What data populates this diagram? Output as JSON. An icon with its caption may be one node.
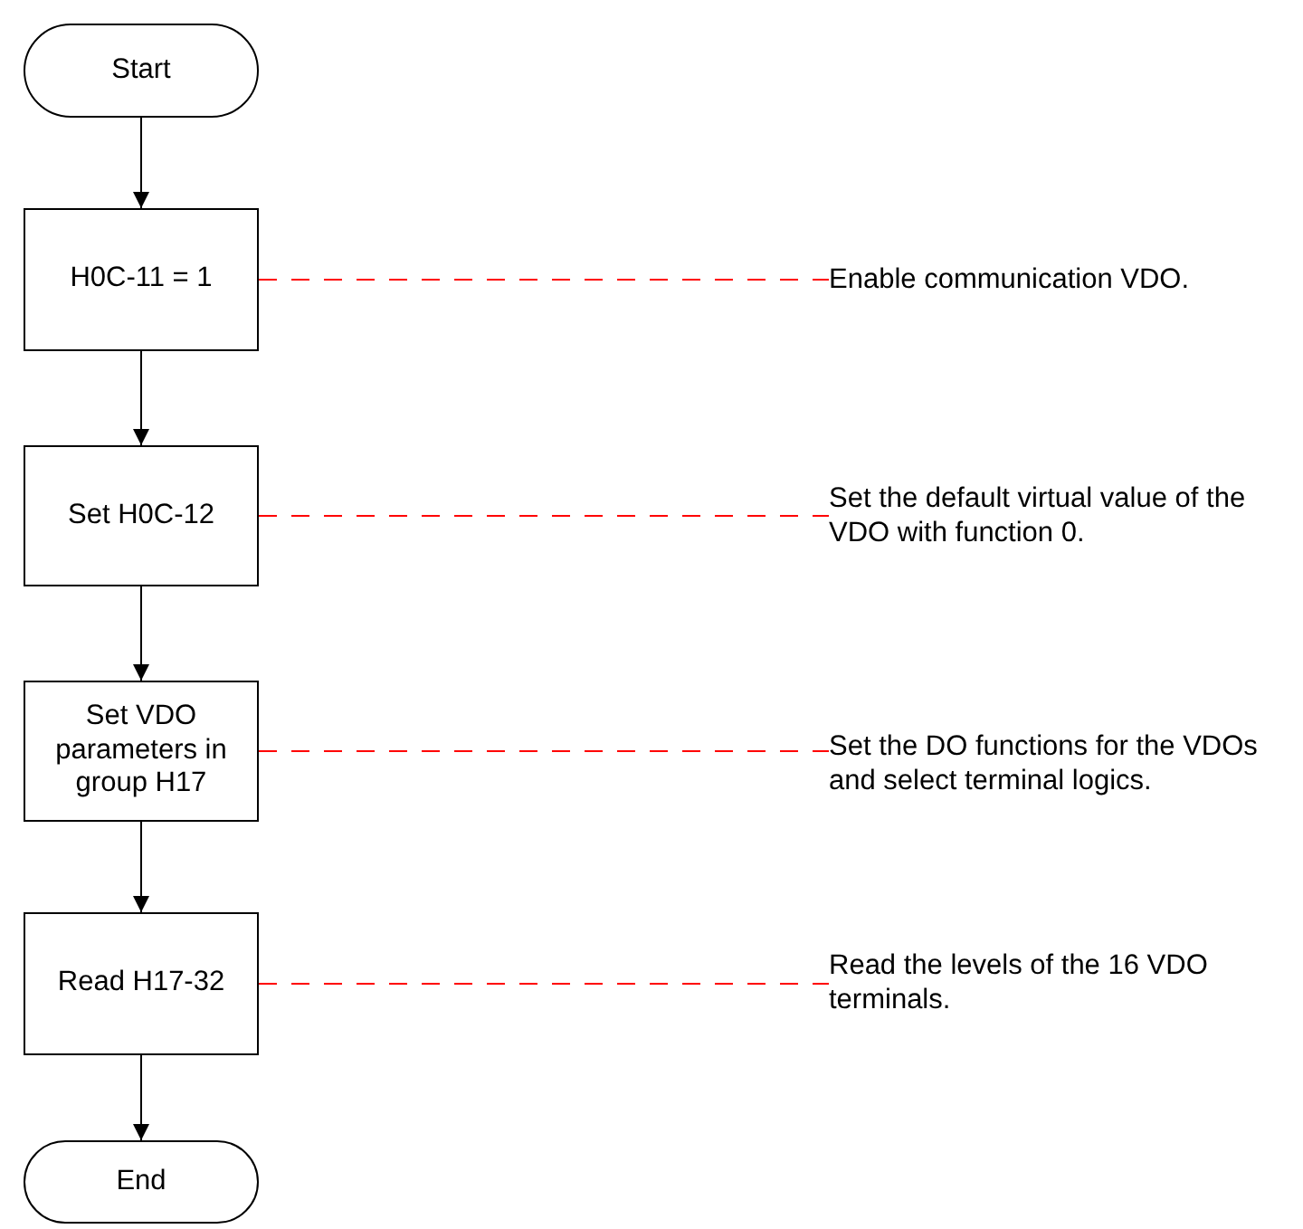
{
  "diagram": {
    "nodes": [
      {
        "text": [
          "Start"
        ]
      },
      {
        "text": [
          "H0C-11 = 1"
        ]
      },
      {
        "text": [
          "Set H0C-12"
        ]
      },
      {
        "text": [
          "Set VDO parameters in group H17"
        ]
      },
      {
        "text": [
          "Read H17-32"
        ]
      },
      {
        "text": [
          "End"
        ]
      },
      {
        "text": [
          "Enable communication VDO."
        ]
      },
      {
        "text": [
          "Set the default virtual value of the VDO with function 0."
        ]
      },
      {
        "text": [
          "Set the DO functions for the VDOs and select terminal logics."
        ]
      },
      {
        "text": [
          "Read the levels of the 16 VDO terminals."
        ]
      }
    ],
    "edges": [
      {
        "from": 0,
        "to": 1,
        "arrow": "to"
      },
      {
        "from": 1,
        "to": 2,
        "arrow": "to"
      },
      {
        "from": 2,
        "to": 3,
        "arrow": "to"
      },
      {
        "from": 3,
        "to": 4,
        "arrow": "to"
      },
      {
        "from": 4,
        "to": 5,
        "arrow": "to"
      },
      {
        "from": 1,
        "to": 6,
        "arrow": "none",
        "style": "dashed",
        "color": "#ff0000"
      },
      {
        "from": 2,
        "to": 7,
        "arrow": "none",
        "style": "dashed",
        "color": "#ff0000"
      },
      {
        "from": 3,
        "to": 8,
        "arrow": "none",
        "style": "dashed",
        "color": "#ff0000"
      },
      {
        "from": 4,
        "to": 9,
        "arrow": "none",
        "style": "dashed",
        "color": "#ff0000"
      }
    ]
  }
}
